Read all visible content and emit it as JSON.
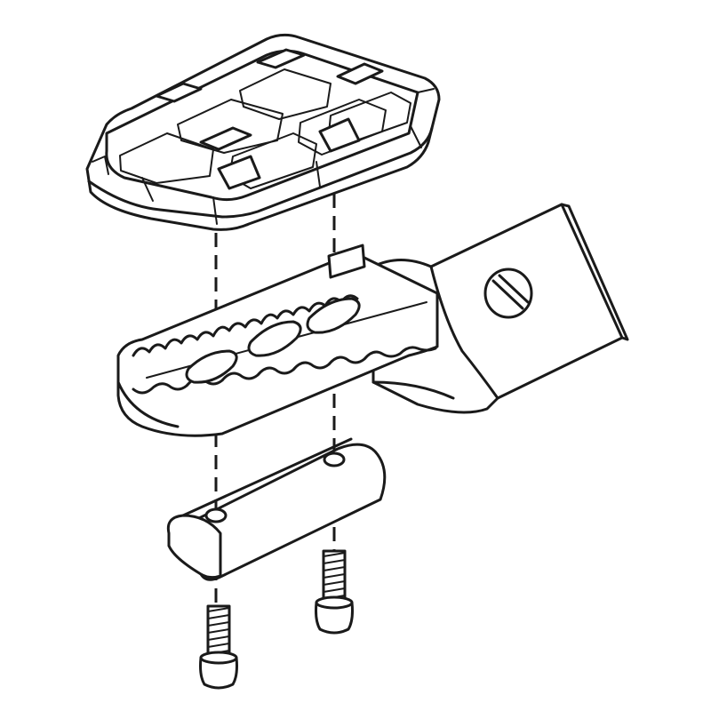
{
  "diagram": {
    "type": "exploded-assembly",
    "parts": [
      {
        "id": "tread-pad",
        "count": 1
      },
      {
        "id": "footpeg-body",
        "count": 1
      },
      {
        "id": "mounting-bar",
        "count": 1
      },
      {
        "id": "button-head-screw",
        "count": 2
      }
    ],
    "alignment_axes": 2,
    "colors": {
      "line": "#1a1a1a",
      "background": "#ffffff"
    }
  }
}
